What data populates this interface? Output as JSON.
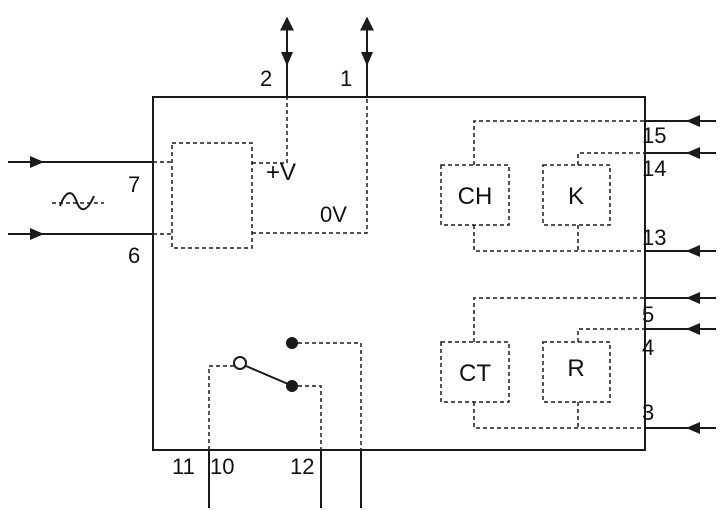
{
  "pins": {
    "p1": "1",
    "p2": "2",
    "p3": "3",
    "p4": "4",
    "p5": "5",
    "p6": "6",
    "p7": "7",
    "p10": "10",
    "p11": "11",
    "p12": "12",
    "p13": "13",
    "p14": "14",
    "p15": "15"
  },
  "supply": {
    "plus_v": "+V",
    "zero_v": "0V"
  },
  "blocks": {
    "ch": "CH",
    "k": "K",
    "ct": "CT",
    "r": "R"
  },
  "icons": {
    "ac_source": "sine-wave-icon"
  },
  "colors": {
    "line": "#1a1a1a",
    "background": "#ffffff"
  }
}
